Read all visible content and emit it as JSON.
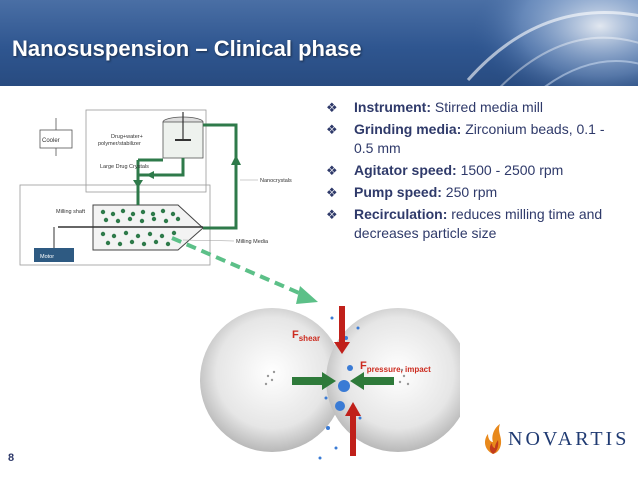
{
  "slide": {
    "title": "Nanosuspension – Clinical phase",
    "page_number": "8"
  },
  "bullets": [
    {
      "label": "Instrument:",
      "text": " Stirred media mill"
    },
    {
      "label": "Grinding media:",
      "text": " Zirconium beads, 0.1 - 0.5 mm"
    },
    {
      "label": "Agitator speed:",
      "text": " 1500 - 2500 rpm"
    },
    {
      "label": "Pump speed:",
      "text": " 250 rpm"
    },
    {
      "label": "Recirculation:",
      "text": " reduces milling time and decreases particle size"
    }
  ],
  "diagram": {
    "cooler": "Cooler",
    "drug_polymer": "Drug+water+\npolymer/stabilizer",
    "large_crystals": "Large Drug Crystals",
    "nanocrystals": "Nanocrystals",
    "milling_shaft": "Milling shaft",
    "milling_media": "Milling Media",
    "motor": "Motor"
  },
  "forces": {
    "shear_main": "F",
    "shear_sub": "shear",
    "pressure_main": "F",
    "pressure_sub": "pressure, impact"
  },
  "logo": {
    "name": "NOVARTIS"
  },
  "colors": {
    "header": "#2f5690",
    "bullet_text": "#2f3a6a",
    "pipe_green": "#2e7a4a",
    "force_red": "#c0201a",
    "force_green": "#2e7a3a"
  }
}
